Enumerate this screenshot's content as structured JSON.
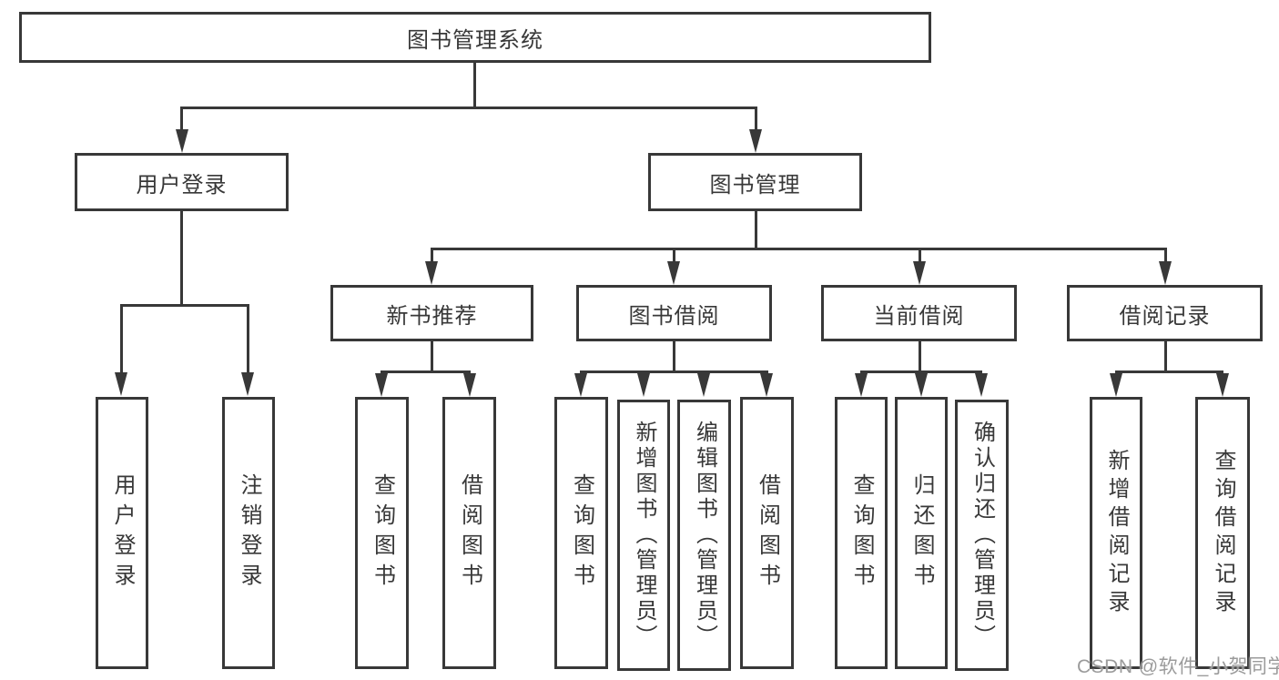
{
  "tree": {
    "root": {
      "label": "图书管理系统"
    },
    "children": [
      {
        "label": "用户登录",
        "children": [
          {
            "label": "用户登录"
          },
          {
            "label": "注销登录"
          }
        ]
      },
      {
        "label": "图书管理",
        "children": [
          {
            "label": "新书推荐",
            "children": [
              {
                "label": "查询图书"
              },
              {
                "label": "借阅图书"
              }
            ]
          },
          {
            "label": "图书借阅",
            "children": [
              {
                "label": "查询图书"
              },
              {
                "label": "新增图书（管理员）"
              },
              {
                "label": "编辑图书（管理员）"
              },
              {
                "label": "借阅图书"
              }
            ]
          },
          {
            "label": "当前借阅",
            "children": [
              {
                "label": "查询图书"
              },
              {
                "label": "归还图书"
              },
              {
                "label": "确认归还（管理员）"
              }
            ]
          },
          {
            "label": "借阅记录",
            "children": [
              {
                "label": "新增借阅记录"
              },
              {
                "label": "查询借阅记录"
              }
            ]
          }
        ]
      }
    ]
  },
  "watermark": {
    "text": "CSDN @软件_小贺同学"
  },
  "colors": {
    "line": "#383838",
    "text": "#383838",
    "watermark": "#9b9b9b",
    "bg": "#ffffff"
  }
}
